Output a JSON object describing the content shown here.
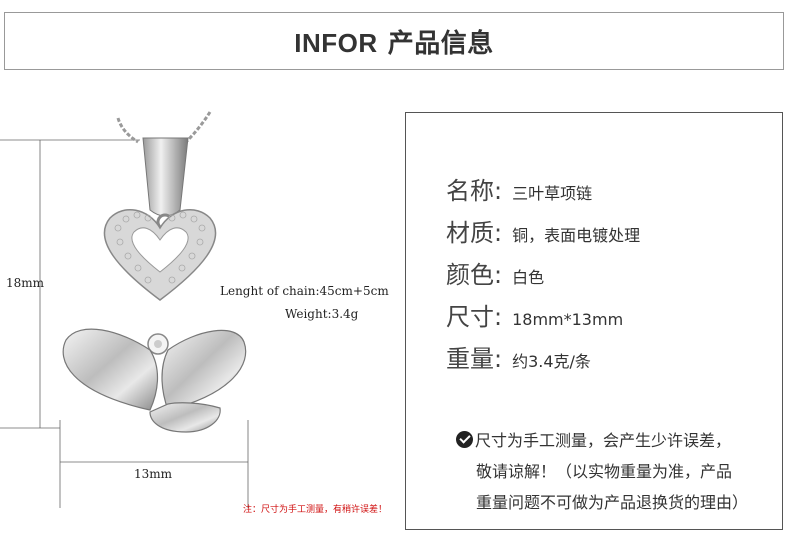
{
  "header": {
    "title_en": "INFOR",
    "title_zh": "产品信息"
  },
  "measurements": {
    "height_label": "18mm",
    "width_label": "13mm",
    "chain_length": "Lenght of chain:45cm+5cm",
    "weight": "Weight:3.4g"
  },
  "specs": [
    {
      "label": "名称:",
      "value": "三叶草项链"
    },
    {
      "label": "材质:",
      "value": "铜，表面电镀处理"
    },
    {
      "label": "颜色:",
      "value": "白色"
    },
    {
      "label": "尺寸:",
      "value": "18mm*13mm"
    },
    {
      "label": "重量:",
      "value": "约3.4克/条"
    }
  ],
  "note": {
    "line1": "尺寸为手工测量，会产生少许误差，",
    "line2": "敬请谅解！（以实物重量为准，产品",
    "line3": "重量问题不可做为产品退换货的理由）"
  },
  "red_note": "注：尺寸为手工测量，有稍许误差！",
  "colors": {
    "accent_red": "#d01010",
    "border": "#999999",
    "text": "#333333"
  }
}
